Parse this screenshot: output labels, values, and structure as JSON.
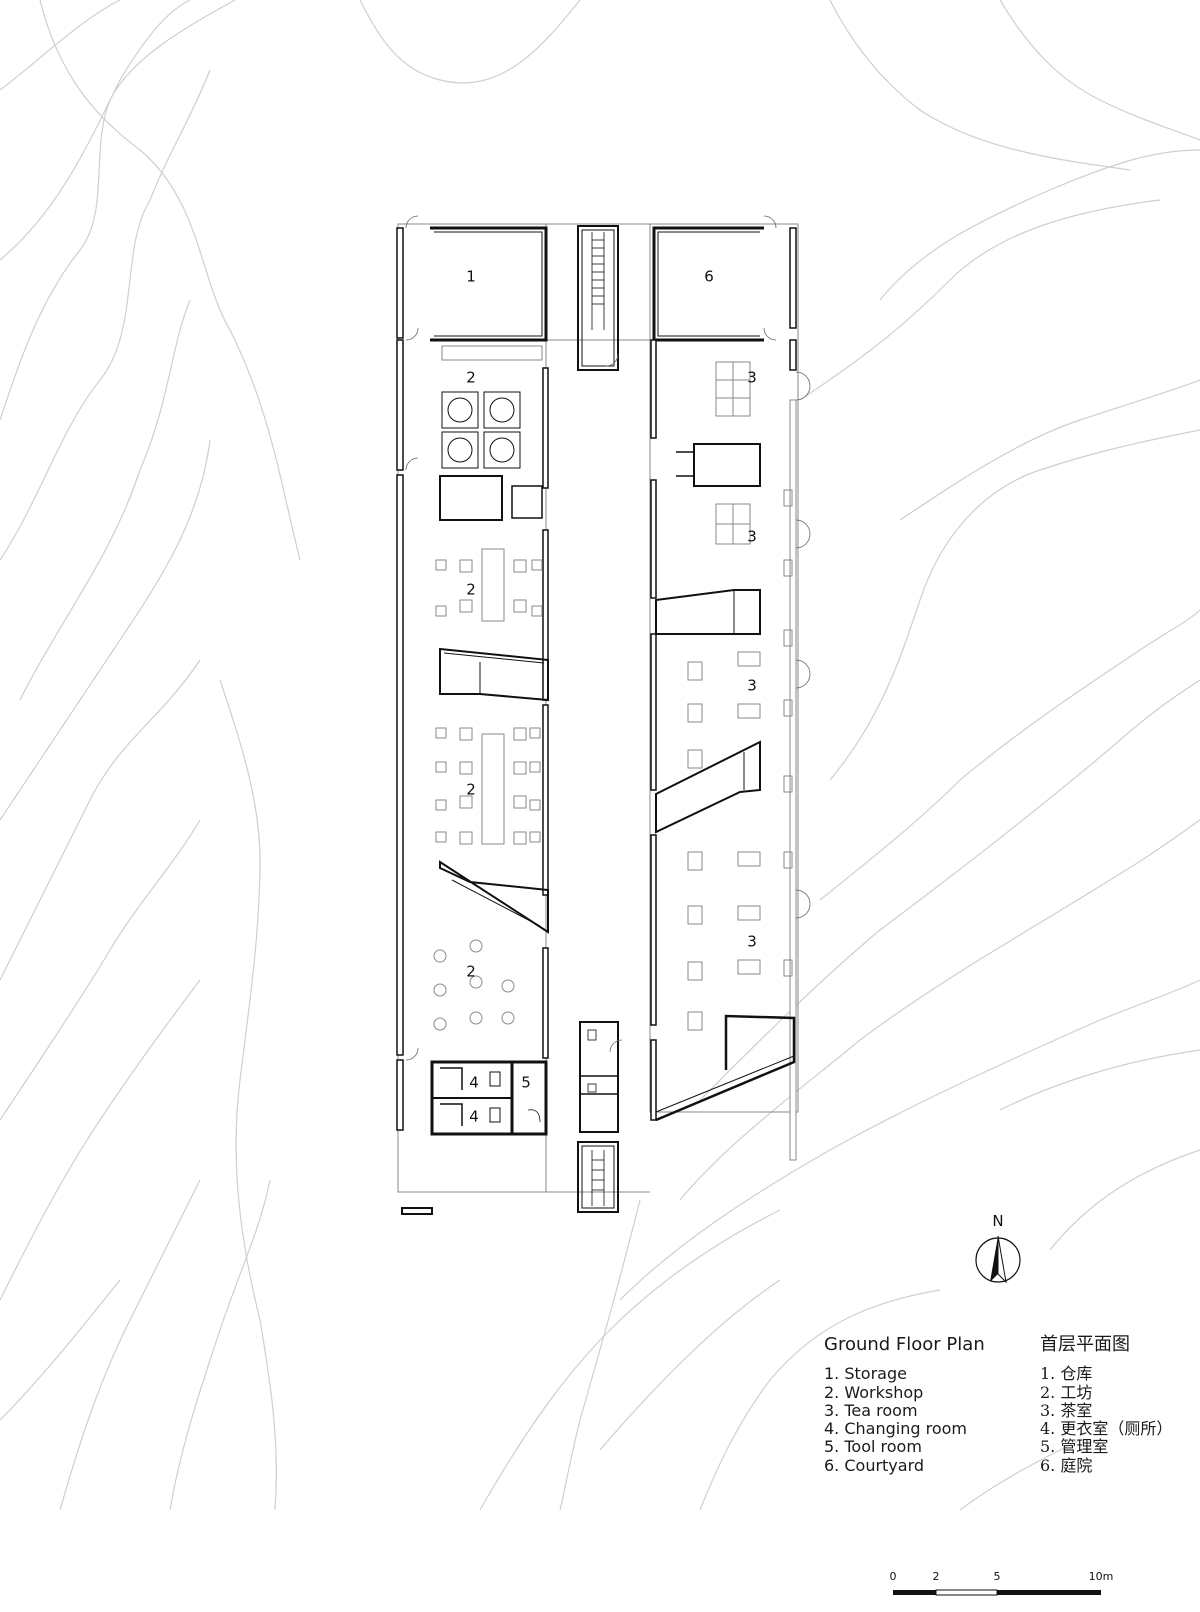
{
  "room_labels": {
    "storage": "1",
    "courtyard": "6",
    "workshop_a": "2",
    "workshop_b": "2",
    "workshop_c": "2",
    "workshop_d": "2",
    "tea_a": "3",
    "tea_b": "3",
    "tea_c": "3",
    "tea_d": "3",
    "changing_a": "4",
    "changing_b": "4",
    "tool": "5"
  },
  "legend": {
    "title": "Ground Floor Plan",
    "title_zh": "首层平面图",
    "items": [
      "1. Storage",
      "2. Workshop",
      "3. Tea room",
      "4. Changing room",
      "5. Tool room",
      "6. Courtyard"
    ],
    "items_zh": [
      "1. 仓库",
      "2. 工坊",
      "3. 茶室",
      "4. 更衣室（厕所）",
      "5. 管理室",
      "6. 庭院"
    ]
  },
  "north_arrow": {
    "letter": "N"
  },
  "scale_bar": {
    "labels": [
      "0",
      "2",
      "5",
      "10m"
    ]
  },
  "colors": {
    "line": "#111111",
    "contour": "#c9c9c9",
    "thin": "#8a8a8a"
  }
}
